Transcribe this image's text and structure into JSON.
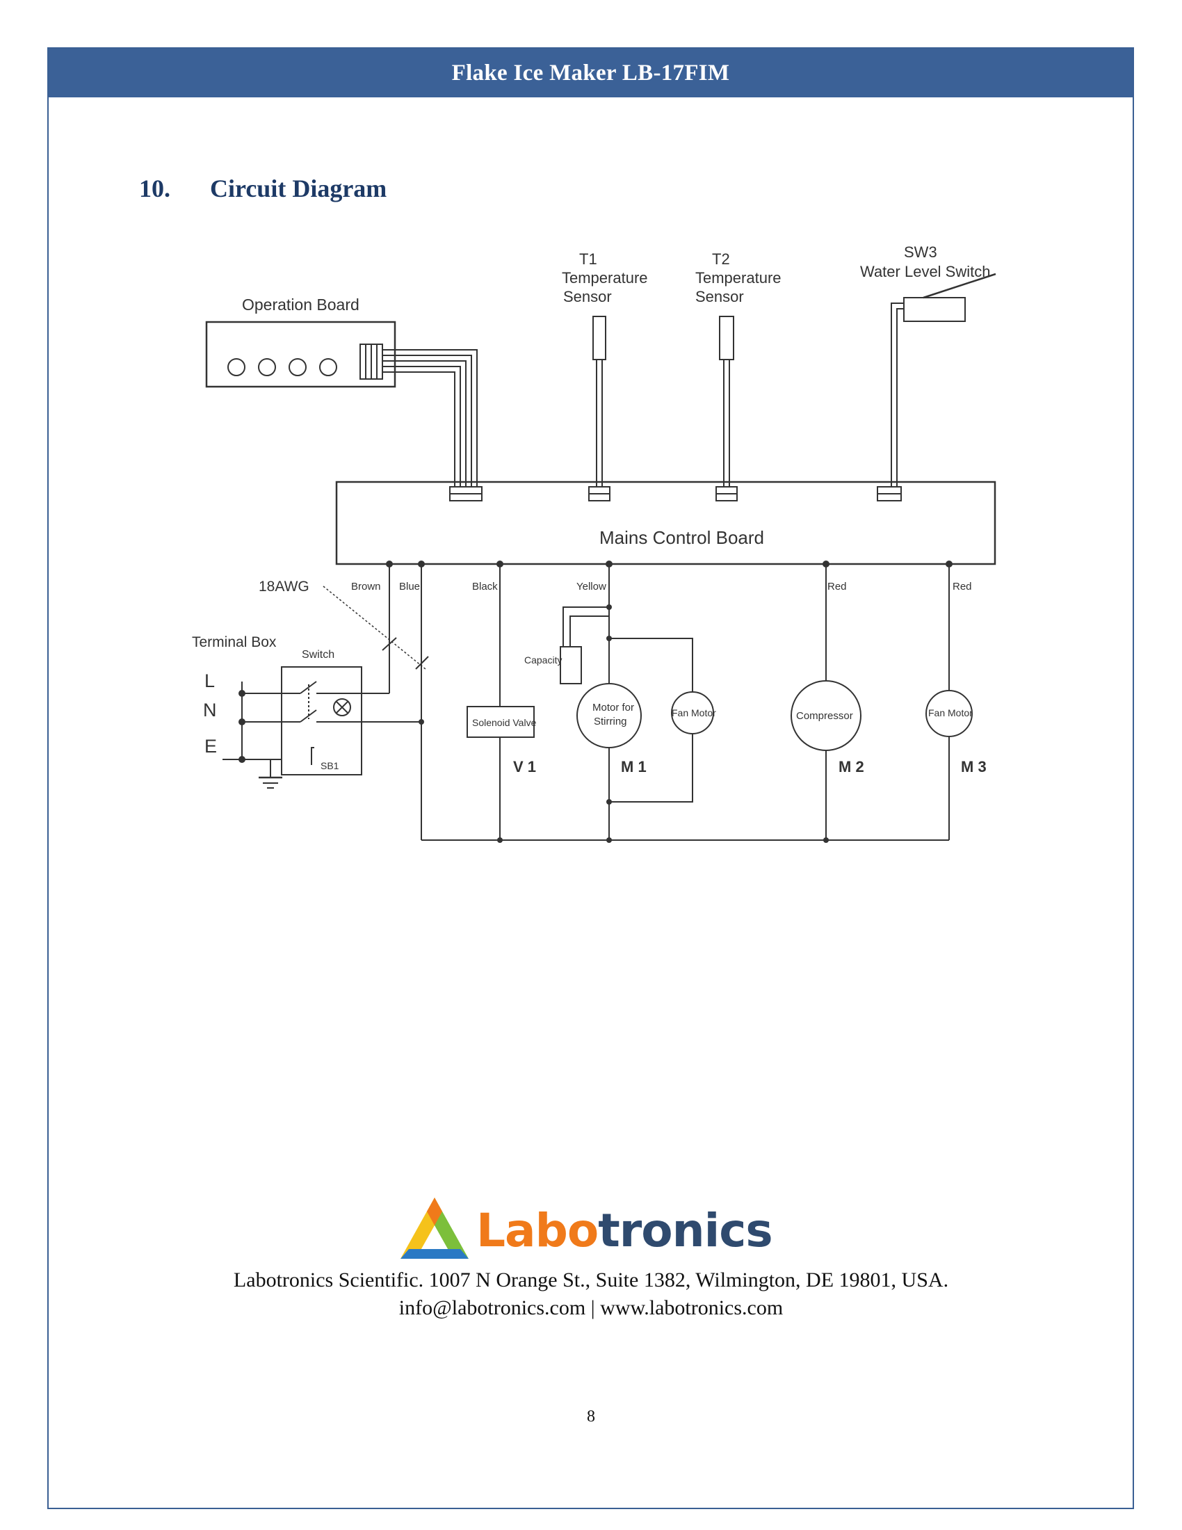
{
  "header": {
    "title": "Flake Ice Maker LB-17FIM"
  },
  "section": {
    "number": "10.",
    "title": "Circuit Diagram"
  },
  "diagram": {
    "operation_board": "Operation Board",
    "t1": {
      "id": "T1",
      "line1": "Temperature",
      "line2": "Sensor"
    },
    "t2": {
      "id": "T2",
      "line1": "Temperature",
      "line2": "Sensor"
    },
    "sw3": {
      "id": "SW3",
      "name": "Water Level Switch"
    },
    "mains_board": "Mains   Control   Board",
    "wire_gauge": "18AWG",
    "wires": {
      "brown": "Brown",
      "blue": "Blue",
      "black": "Black",
      "yellow": "Yellow",
      "red1": "Red",
      "red2": "Red"
    },
    "terminal_box": "Terminal Box",
    "terminals": {
      "l": "L",
      "n": "N",
      "e": "E"
    },
    "switch_label": "Switch",
    "sb1": "SB1",
    "capacity": "Capacity",
    "solenoid": "Solenoid Valve",
    "v1": "V 1",
    "motor_stirring": {
      "line1": "Motor for",
      "line2": "Stirring"
    },
    "m1": "M 1",
    "fan_motor_1": "Fan Motor",
    "compressor": "Compressor",
    "m2": "M 2",
    "fan_motor_2": "Fan Motor",
    "m3": "M 3"
  },
  "logo": {
    "part1": "Labo",
    "part2": "tronics",
    "colors": {
      "orange": "#f07a1a",
      "navy": "#2f4a6e",
      "green": "#7cbf3b",
      "blue": "#2a79c4",
      "yellow": "#f5c21b"
    }
  },
  "footer": {
    "address": "Labotronics Scientific. 1007 N Orange St., Suite 1382, Wilmington, DE 19801, USA.",
    "contact": "info@labotronics.com | www.labotronics.com"
  },
  "page_number": "8"
}
